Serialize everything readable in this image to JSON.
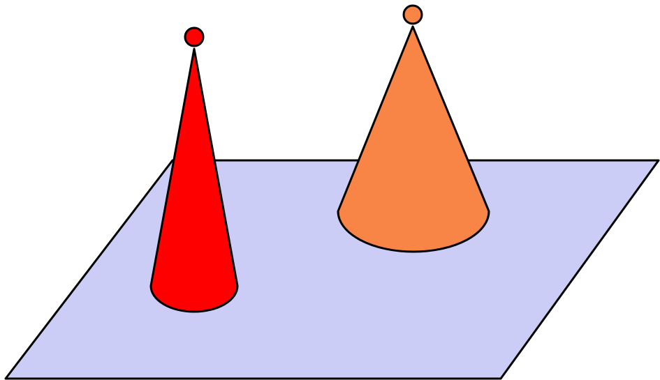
{
  "colors": {
    "plane_fill": "#cccdf7",
    "outline": "#000000",
    "red_cone_fill": "#ff0000",
    "orange_cone_fill": "#f88445",
    "background": "#ffffff"
  },
  "objects": [
    {
      "name": "ground-plane",
      "shape": "parallelogram"
    },
    {
      "name": "red-cone",
      "shape": "cone",
      "apex_marker": "circle"
    },
    {
      "name": "orange-cone",
      "shape": "cone",
      "apex_marker": "circle"
    }
  ]
}
